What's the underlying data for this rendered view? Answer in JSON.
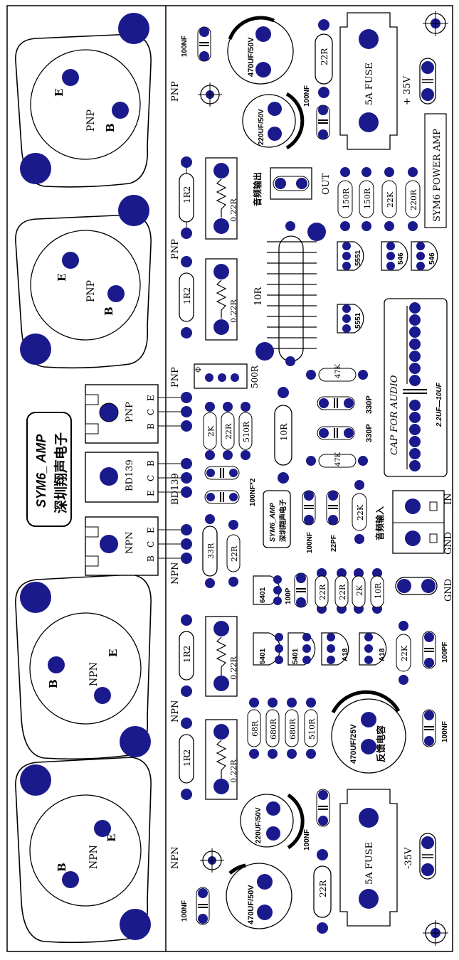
{
  "colors": {
    "pad": "#1b1a8c",
    "line": "#000000",
    "fill": "#ffffff"
  },
  "power_transistors": [
    {
      "type": "PNP",
      "e": "E",
      "b": "B"
    },
    {
      "type": "PNP",
      "e": "E",
      "b": "B"
    },
    {
      "type": "NPN",
      "e": "E",
      "b": "B"
    },
    {
      "type": "NPN",
      "e": "E",
      "b": "B"
    }
  ],
  "side_labels": {
    "pnp_top": "PNP",
    "pnp_mid": "PNP",
    "pnp_low": "PNP",
    "npn_a": "NPN",
    "npn_b": "NPN",
    "npn_c": "NPN"
  },
  "caps": {
    "c470_top": "470UF/50V",
    "c220_top": "220UF/50V",
    "c220_bot": "220UF/50V",
    "c470_bot": "470UF/50V",
    "c470_25": "470UF/25V",
    "feedback_cn": "反馈电容",
    "cn_100nf_a": "100NF",
    "cn_100nf_b": "100NF",
    "cn_100nf_c": "100NF",
    "cn_100nf_d": "100NF",
    "cn_100nf_e": "100NF",
    "cn_100nf_f": "100NF",
    "cn_100nf2": "100NF*2",
    "cn_100pf": "100PF",
    "cn_100p": "100P",
    "cn_22pf": "22PF",
    "cn_330p_a": "330P",
    "cn_330p_b": "330P",
    "cap_audio": "CAP  FOR  AUDIO",
    "cap_range": "2.2UF—10UF"
  },
  "resistors": {
    "r1r2_a": "1R2",
    "r1r2_b": "1R2",
    "r1r2_c": "1R2",
    "r1r2_d": "1R2",
    "r022_a": "0.22R",
    "r022_b": "0.22R",
    "r022_c": "0.22R",
    "r022_d": "0.22R",
    "r22_top": "22R",
    "r22_bot": "22R",
    "r150_a": "150R",
    "r150_b": "150R",
    "r22k_top": "22K",
    "r220": "220R",
    "r10r_big": "10R",
    "r10r_mid": "10R",
    "r500": "500R",
    "r47k_a": "47K",
    "r47k_b": "47K",
    "r2k_a": "2K",
    "r22_a": "22R",
    "r510_a": "510R",
    "r33": "33R",
    "r22_b": "22R",
    "r22k_b": "22K",
    "r22_c": "22R",
    "r22_d": "22R",
    "r2k_b": "2K",
    "r10_c": "10R",
    "r22k_c": "22K",
    "r68": "68R",
    "r680_a": "680R",
    "r680_b": "680R",
    "r510_b": "510R"
  },
  "drivers": {
    "pnp": {
      "name": "PNP",
      "pins": [
        "B",
        "C",
        "E"
      ]
    },
    "bd": {
      "name": "BD139",
      "pins": [
        "E",
        "C",
        "B"
      ]
    },
    "npn": {
      "name": "NPN",
      "pins": [
        "B",
        "C",
        "E"
      ]
    },
    "bd_label": "BD139"
  },
  "small_transistors": {
    "t5551_a": "5551",
    "t5551_b": "5551",
    "t546_a": "546",
    "t546_b": "546",
    "t5401_a": "5401",
    "t5401_b": "5401",
    "tA18_a": "A18",
    "tA18_b": "A18",
    "t6401": "6401"
  },
  "fuses": {
    "top": "5A FUSE",
    "bottom": "5A FUSE"
  },
  "power": {
    "pos": "+ 35V",
    "neg": "-35V"
  },
  "brand": {
    "title": "SYM6_ AMP",
    "cn": "深圳翔声电子",
    "title_small": "SYM6_AMP",
    "cn_small": "深圳翔声电子"
  },
  "board_title": "SYM6  POWER  AMP",
  "io": {
    "out_cn": "音频输出",
    "out": "OUT",
    "in_cn": "音频输入",
    "gnd_in": "GND",
    "in": "IN",
    "gnd": "GND"
  },
  "coil_label": "10R",
  "misc_symbol": "Φ"
}
